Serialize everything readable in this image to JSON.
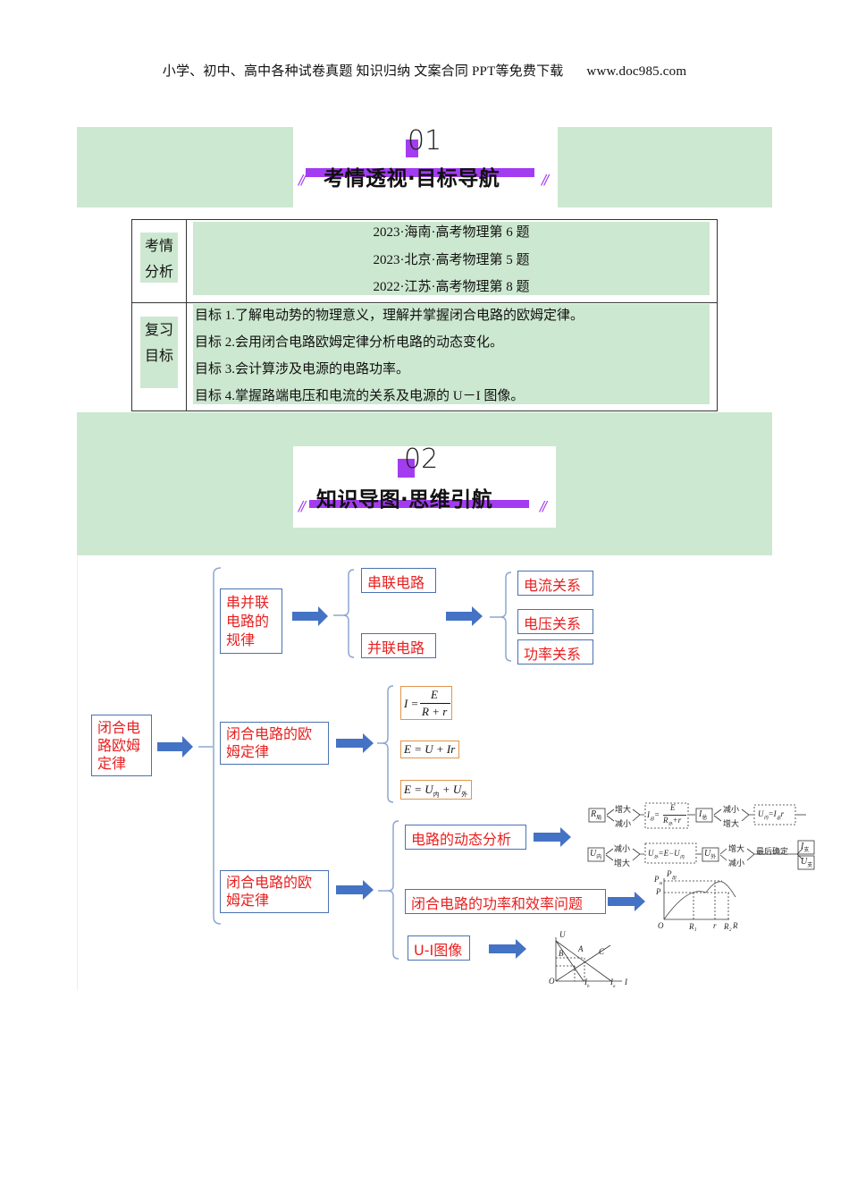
{
  "header": {
    "text": "小学、初中、高中各种试卷真题  知识归纳  文案合同  PPT等免费下载",
    "url": "www.doc985.com"
  },
  "section1": {
    "number": "01",
    "title": "考情透视·目标导航",
    "slashes": "//"
  },
  "table": {
    "row1": {
      "label_line1": "考情",
      "label_line2": "分析",
      "items": [
        "2023·海南·高考物理第 6 题",
        "2023·北京·高考物理第 5 题",
        "2022·江苏·高考物理第 8 题"
      ]
    },
    "row2": {
      "label_line1": "复习",
      "label_line2": "目标",
      "items": [
        "目标 1.了解电动势的物理意义，理解并掌握闭合电路的欧姆定律。",
        "目标 2.会用闭合电路欧姆定律分析电路的动态变化。",
        "目标 3.会计算涉及电源的电路功率。",
        "目标 4.掌握路端电压和电流的关系及电源的 U－I 图像。"
      ]
    }
  },
  "section2": {
    "number": "02",
    "title": "知识导图·思维引航",
    "slashes": "//"
  },
  "mindmap": {
    "root": [
      "闭合电",
      "路欧姆",
      "定律"
    ],
    "branch1": {
      "label": [
        "串并联",
        "电路的",
        "规律"
      ],
      "children": [
        "串联电路",
        "并联电路"
      ],
      "grandchildren": [
        "电流关系",
        "电压关系",
        "功率关系"
      ]
    },
    "branch2": {
      "label": [
        "闭合电路的欧",
        "姆定律"
      ],
      "formulas": {
        "f1_left": "I =",
        "f1_num": "E",
        "f1_den": "R + r",
        "f2": "E = U + Ir",
        "f3_a": "E = U",
        "f3_sub1": "内",
        "f3_b": " + U",
        "f3_sub2": "外"
      }
    },
    "branch3": {
      "label": [
        "闭合电路的欧",
        "姆定律"
      ],
      "children": [
        "电路的动态分析",
        "闭合电路的功率和效率问题",
        "U-I图像"
      ]
    },
    "dynamic": {
      "row1": {
        "start": "R",
        "start_sub": "局",
        "up": "增大",
        "down": "减小",
        "formula_left": "I",
        "formula_sub": "总",
        "formula_num": "E",
        "formula_den": "R",
        "formula_den_sub": "外",
        "formula_den_tail": "+r",
        "mid": "I",
        "mid_sub": "总",
        "up2": "减小",
        "down2": "增大",
        "end": "U",
        "end_sub": "内",
        "end_eq": "=I",
        "end_eq_sub": "总",
        "end_tail": "r"
      },
      "row2": {
        "start": "U",
        "start_sub": "内",
        "up": "减小",
        "down": "增大",
        "formula": "U",
        "formula_sub": "外",
        "formula_rest": "=E−U",
        "formula_rest_sub": "内",
        "mid": "U",
        "mid_sub": "外",
        "up2": "增大",
        "down2": "减小",
        "final": "最后确定",
        "out1": "I",
        "out1_sub": "支",
        "out2": "U",
        "out2_sub": "支"
      }
    },
    "power_graph": {
      "y_label": "P",
      "y_label_sub": "出",
      "pm": "P",
      "pm_sub": "m",
      "p": "P",
      "origin": "O",
      "x_ticks": [
        "R₁",
        "r",
        "R₂"
      ],
      "x_label": "R"
    },
    "ui_graph": {
      "y_label": "U",
      "origin": "O",
      "labels": [
        "A",
        "B",
        "C"
      ],
      "x_ticks": [
        "I",
        "I"
      ],
      "x_tick_subs": [
        "b",
        "a"
      ],
      "x_label": "I"
    }
  }
}
